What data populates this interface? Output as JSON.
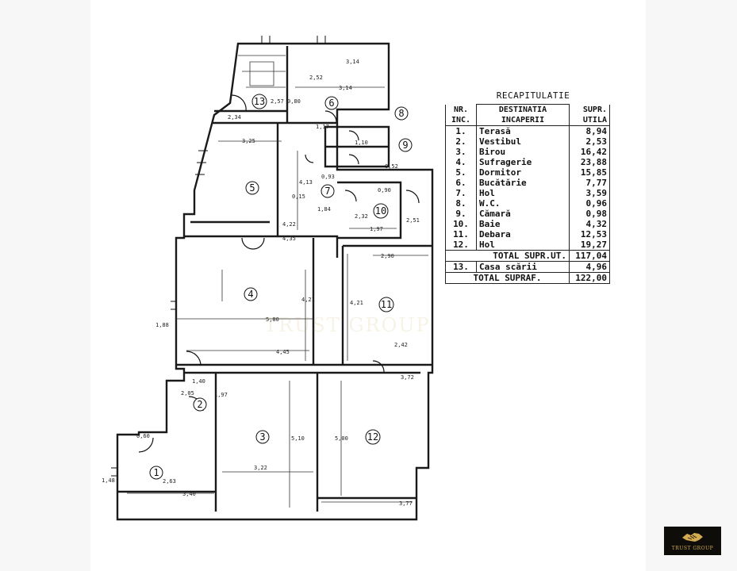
{
  "recap": {
    "title": "RECAPITULATIE",
    "headers": {
      "nr": "NR. INC.",
      "destination": "DESTINATIA INCAPERII",
      "area": "SUPR. UTILA"
    },
    "rows": [
      {
        "nr": "1.",
        "name": "Terasă",
        "area": "8,94"
      },
      {
        "nr": "2.",
        "name": "Vestibul",
        "area": "2,53"
      },
      {
        "nr": "3.",
        "name": "Birou",
        "area": "16,42"
      },
      {
        "nr": "4.",
        "name": "Sufragerie",
        "area": "23,88"
      },
      {
        "nr": "5.",
        "name": "Dormitor",
        "area": "15,85"
      },
      {
        "nr": "6.",
        "name": "Bucătărie",
        "area": "7,77"
      },
      {
        "nr": "7.",
        "name": "Hol",
        "area": "3,59"
      },
      {
        "nr": "8.",
        "name": "W.C.",
        "area": "0,96"
      },
      {
        "nr": "9.",
        "name": "Cămară",
        "area": "0,98"
      },
      {
        "nr": "10.",
        "name": "Baie",
        "area": "4,32"
      },
      {
        "nr": "11.",
        "name": "Debara",
        "area": "12,53"
      },
      {
        "nr": "12.",
        "name": "Hol",
        "area": "19,27"
      }
    ],
    "total_useful_label": "TOTAL SUPR.UT.",
    "total_useful": "117,04",
    "stair_nr": "13.",
    "stair_name": "Casa scării",
    "stair_area": "4,96",
    "total_label": "TOTAL SUPRAF.",
    "total": "122,00"
  },
  "plan": {
    "room_numbers": [
      "1",
      "2",
      "3",
      "4",
      "5",
      "6",
      "7",
      "8",
      "9",
      "10",
      "11",
      "12",
      "13"
    ],
    "dims": {
      "d_3_14": "3,14",
      "d_2_52": "2,52",
      "d_3_25": "3,25",
      "d_4_13": "4,13",
      "d_4_22": "4,22",
      "d_5_80": "5,80",
      "d_4_21a": "4,21",
      "d_4_45": "4,45",
      "d_2_90": "2,90",
      "d_4_21b": "4,21",
      "d_2_42": "2,42",
      "d_3_72": "3,72",
      "d_5_10": "5,10",
      "d_3_22": "3,22",
      "d_5_00": "5,00",
      "d_3_77": "3,77",
      "d_2_63": "2,63",
      "d_3_40": "3,40",
      "d_1_97a": "1,97",
      "d_2_32": "2,32",
      "d_1_97b": "1,97",
      "d_2_34": "2,34",
      "d_2_57": "2,57",
      "d_1_40": "1,40",
      "d_2_05": "2,05",
      "d_1_84": "1,84",
      "d_0_15": "0,15",
      "d_4_35": "4,35",
      "d_0_93": "0,93",
      "d_1_17": "1,17",
      "d_2_51": "2,51",
      "d_1_48": "1,48",
      "d_1_88": "1,88",
      "d_0_90": "0,90",
      "d_1_10": "1,10",
      "d_0_80": "0,80",
      "d_0_52": "0,52",
      "d_3_14b": "3,14",
      "d_0_60": "0,60"
    }
  },
  "logo": {
    "text": "TRUST GROUP"
  },
  "watermark": {
    "text": "TRUST GROUP"
  }
}
